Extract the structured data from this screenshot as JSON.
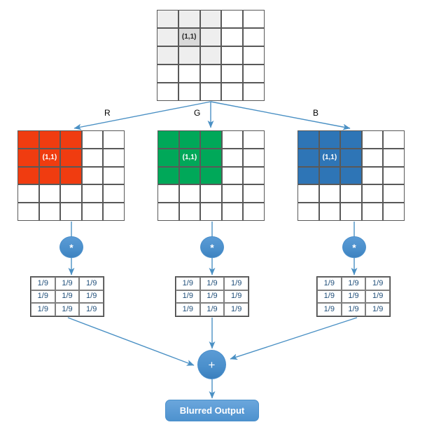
{
  "diagram": {
    "title": "RGB channel convolution blur pipeline",
    "colors": {
      "red_channel": "#F03C10",
      "green_channel": "#00A859",
      "blue_channel": "#2E75B6",
      "arrow": "#4A90C4",
      "accent_blue": "#5B9BD5",
      "kernel_text": "#1F4E79",
      "grid_line": "#595959",
      "highlight": "#EEEEEE",
      "highlight_center": "#D9D9D9"
    }
  },
  "source_grid": {
    "name": "source-image-grid",
    "rows": 5,
    "cols": 5,
    "center_label": "(1,1)",
    "highlight_rows": 3,
    "highlight_cols": 3
  },
  "channels": [
    {
      "key": "r",
      "edge_label": "R",
      "center_label": "(1,1)",
      "fill": "#F03C10",
      "rows": 5,
      "cols": 5,
      "highlight_rows": 3,
      "highlight_cols": 3,
      "operator": "*",
      "operator_name": "convolution"
    },
    {
      "key": "g",
      "edge_label": "G",
      "center_label": "(1,1)",
      "fill": "#00A859",
      "rows": 5,
      "cols": 5,
      "highlight_rows": 3,
      "highlight_cols": 3,
      "operator": "*",
      "operator_name": "convolution"
    },
    {
      "key": "b",
      "edge_label": "B",
      "center_label": "(1,1)",
      "fill": "#2E75B6",
      "rows": 5,
      "cols": 5,
      "highlight_rows": 3,
      "highlight_cols": 3,
      "operator": "*",
      "operator_name": "convolution"
    }
  ],
  "kernel": {
    "name": "box-blur-kernel",
    "rows": 3,
    "cols": 3,
    "cell_value": "1/9",
    "values": [
      [
        "1/9",
        "1/9",
        "1/9"
      ],
      [
        "1/9",
        "1/9",
        "1/9"
      ],
      [
        "1/9",
        "1/9",
        "1/9"
      ]
    ]
  },
  "sum_node": {
    "name": "sum-node",
    "symbol": "+",
    "operator_name": "addition"
  },
  "output": {
    "label": "Blurred Output"
  }
}
